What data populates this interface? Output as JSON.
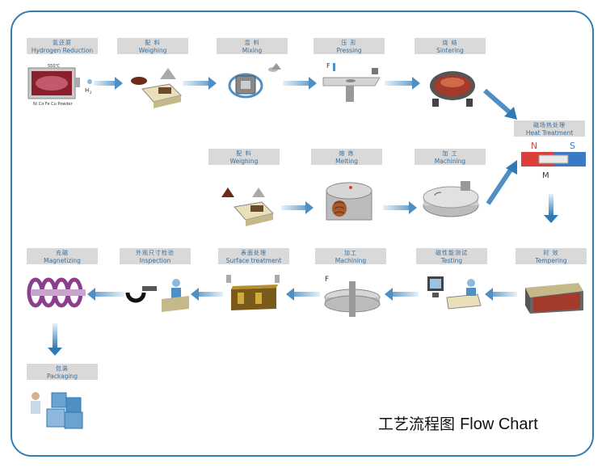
{
  "steps": [
    {
      "zh": "氢还原",
      "en": "Hydrogen Reduction"
    },
    {
      "zh": "配 料",
      "en": "Weighing"
    },
    {
      "zh": "混 料",
      "en": "Mixing"
    },
    {
      "zh": "压 形",
      "en": "Pressing"
    },
    {
      "zh": "烧 结",
      "en": "Sintering"
    },
    {
      "zh": "磁场热处理",
      "en": "Heat Treatment"
    },
    {
      "zh": "配 料",
      "en": "Weighing"
    },
    {
      "zh": "熔 炼",
      "en": "Melting"
    },
    {
      "zh": "加 工",
      "en": "Machining"
    },
    {
      "zh": "充磁",
      "en": "Magnetizing"
    },
    {
      "zh": "外观尺寸检验",
      "en": "Inspection"
    },
    {
      "zh": "表面处理",
      "en": "Surface treatment"
    },
    {
      "zh": "加工",
      "en": "Machining"
    },
    {
      "zh": "磁性能测试",
      "en": "Testing"
    },
    {
      "zh": "时 效",
      "en": "Tempering"
    },
    {
      "zh": "包装",
      "en": "Packaging"
    }
  ],
  "annotations": {
    "temp": "550℃",
    "powder": "Ni Co Fe Cu Powder",
    "h2": "H",
    "h2_sub": "2",
    "force1": "F",
    "force2": "F",
    "pole_n": "N",
    "pole_s": "S",
    "pole_m": "M"
  },
  "title": {
    "zh": "工艺流程图",
    "en": "Flow Chart"
  }
}
